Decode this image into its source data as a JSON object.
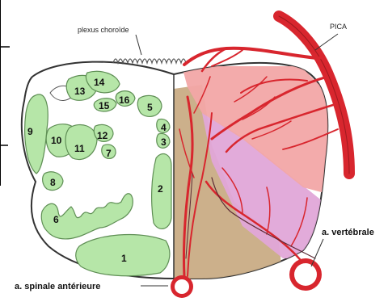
{
  "labels": {
    "plexus": "plexus choroïde",
    "pica": "PICA",
    "vertebrale": "a. vertébrale",
    "spinale": "a. spinale antérieure"
  },
  "nuclei": [
    "1",
    "2",
    "3",
    "4",
    "5",
    "6",
    "7",
    "8",
    "9",
    "10",
    "11",
    "12",
    "13",
    "14",
    "15",
    "16"
  ],
  "colors": {
    "green": "#b6e6a8",
    "green_stroke": "#5f8f55",
    "artery": "#d8262e",
    "artery_dark": "#9e1a1f",
    "pica_territory": "#f2a6a6",
    "lateral_territory": "#e0a6d8",
    "spinal_territory": "#c9ac85"
  }
}
